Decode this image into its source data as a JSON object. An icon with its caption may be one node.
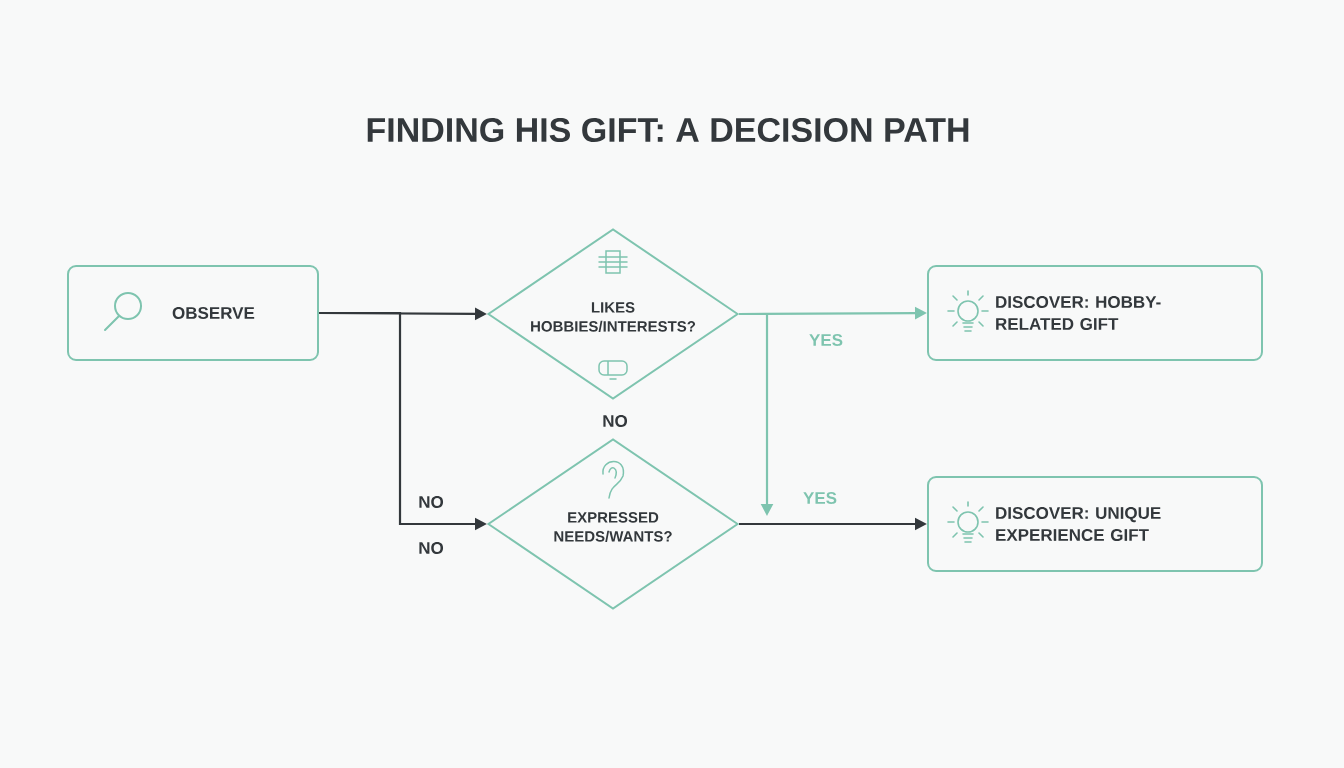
{
  "diagram": {
    "title": "FINDING HIS GIFT: A DECISION PATH",
    "nodes": [
      {
        "text": [
          "OBSERVE"
        ]
      },
      {
        "text": [
          "LIKES HOBBIES/INTERESTS?"
        ]
      },
      {
        "text": [
          "DISCOVER: HOBBY-RELATED GIFT"
        ]
      },
      {
        "text": [
          "EXPRESSED NEEDS/WANTS?"
        ]
      },
      {
        "text": [
          "DISCOVER: UNIQUE EXPERIENCE GIFT"
        ]
      }
    ],
    "edges": [
      {
        "from": 0,
        "to": 1,
        "arrow": "to"
      },
      {
        "from": 0,
        "to": 3,
        "arrow": "to",
        "label": "NO"
      },
      {
        "from": 1,
        "to": 2,
        "arrow": "to",
        "label": "YES",
        "color": "#7ec4af"
      },
      {
        "from": 1,
        "to": null,
        "arrow": "to",
        "color": "#7ec4af"
      },
      {
        "from": 3,
        "to": 4,
        "arrow": "to",
        "label": "YES"
      }
    ],
    "labels": [
      "NO",
      "NO"
    ]
  }
}
